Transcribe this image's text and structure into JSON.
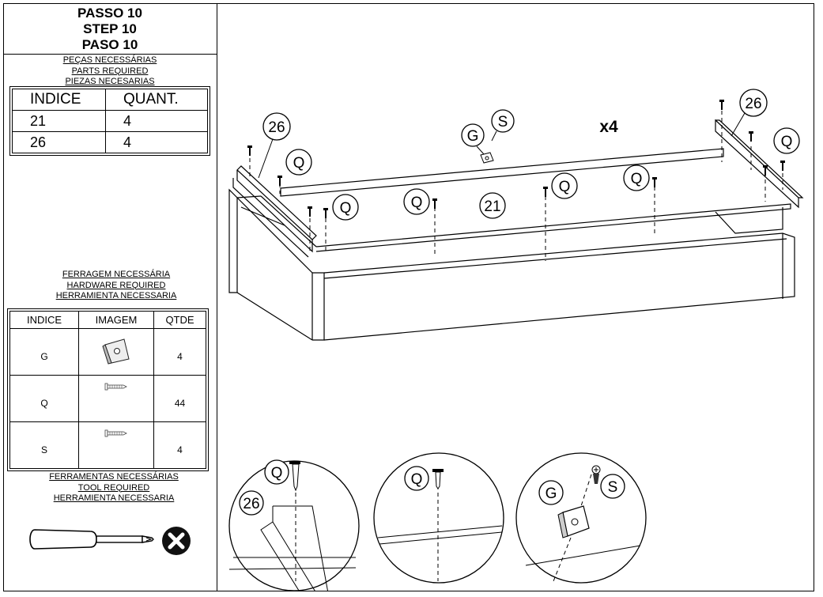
{
  "step": {
    "line1": "PASSO 10",
    "line2": "STEP 10",
    "line3": "PASO 10"
  },
  "parts_required": {
    "heading_pt": "PEÇAS NECESSÁRIAS",
    "heading_en": "PARTS REQUIRED",
    "heading_es": "PIEZAS NECESARIAS",
    "columns": [
      "INDICE",
      "QUANT."
    ],
    "rows": [
      {
        "index": "21",
        "qty": "4"
      },
      {
        "index": "26",
        "qty": "4"
      }
    ]
  },
  "hardware_required": {
    "heading_pt": "FERRAGEM NECESSÁRIA",
    "heading_en": "HARDWARE REQUIRED",
    "heading_es": "HERRAMIENTA NECESSARIA",
    "columns": [
      "INDICE",
      "IMAGEM",
      "QTDE"
    ],
    "rows": [
      {
        "index": "G",
        "image": "bracket-icon",
        "qty": "4"
      },
      {
        "index": "Q",
        "image": "screw-icon",
        "qty": "44"
      },
      {
        "index": "S",
        "image": "screw-icon",
        "qty": "4"
      }
    ]
  },
  "tools_required": {
    "heading_pt": "FERRAMENTAS NECESSÁRIAS",
    "heading_en": "TOOL REQUIRED",
    "heading_es": "HERRAMIENTA NECESSARIA",
    "tool": "screwdriver-icon",
    "status": "x-circle-icon"
  },
  "assembly": {
    "multiplier": "x4",
    "labels": {
      "part_26": "26",
      "part_21": "21",
      "hw_q": "Q",
      "hw_g": "G",
      "hw_s": "S"
    }
  }
}
